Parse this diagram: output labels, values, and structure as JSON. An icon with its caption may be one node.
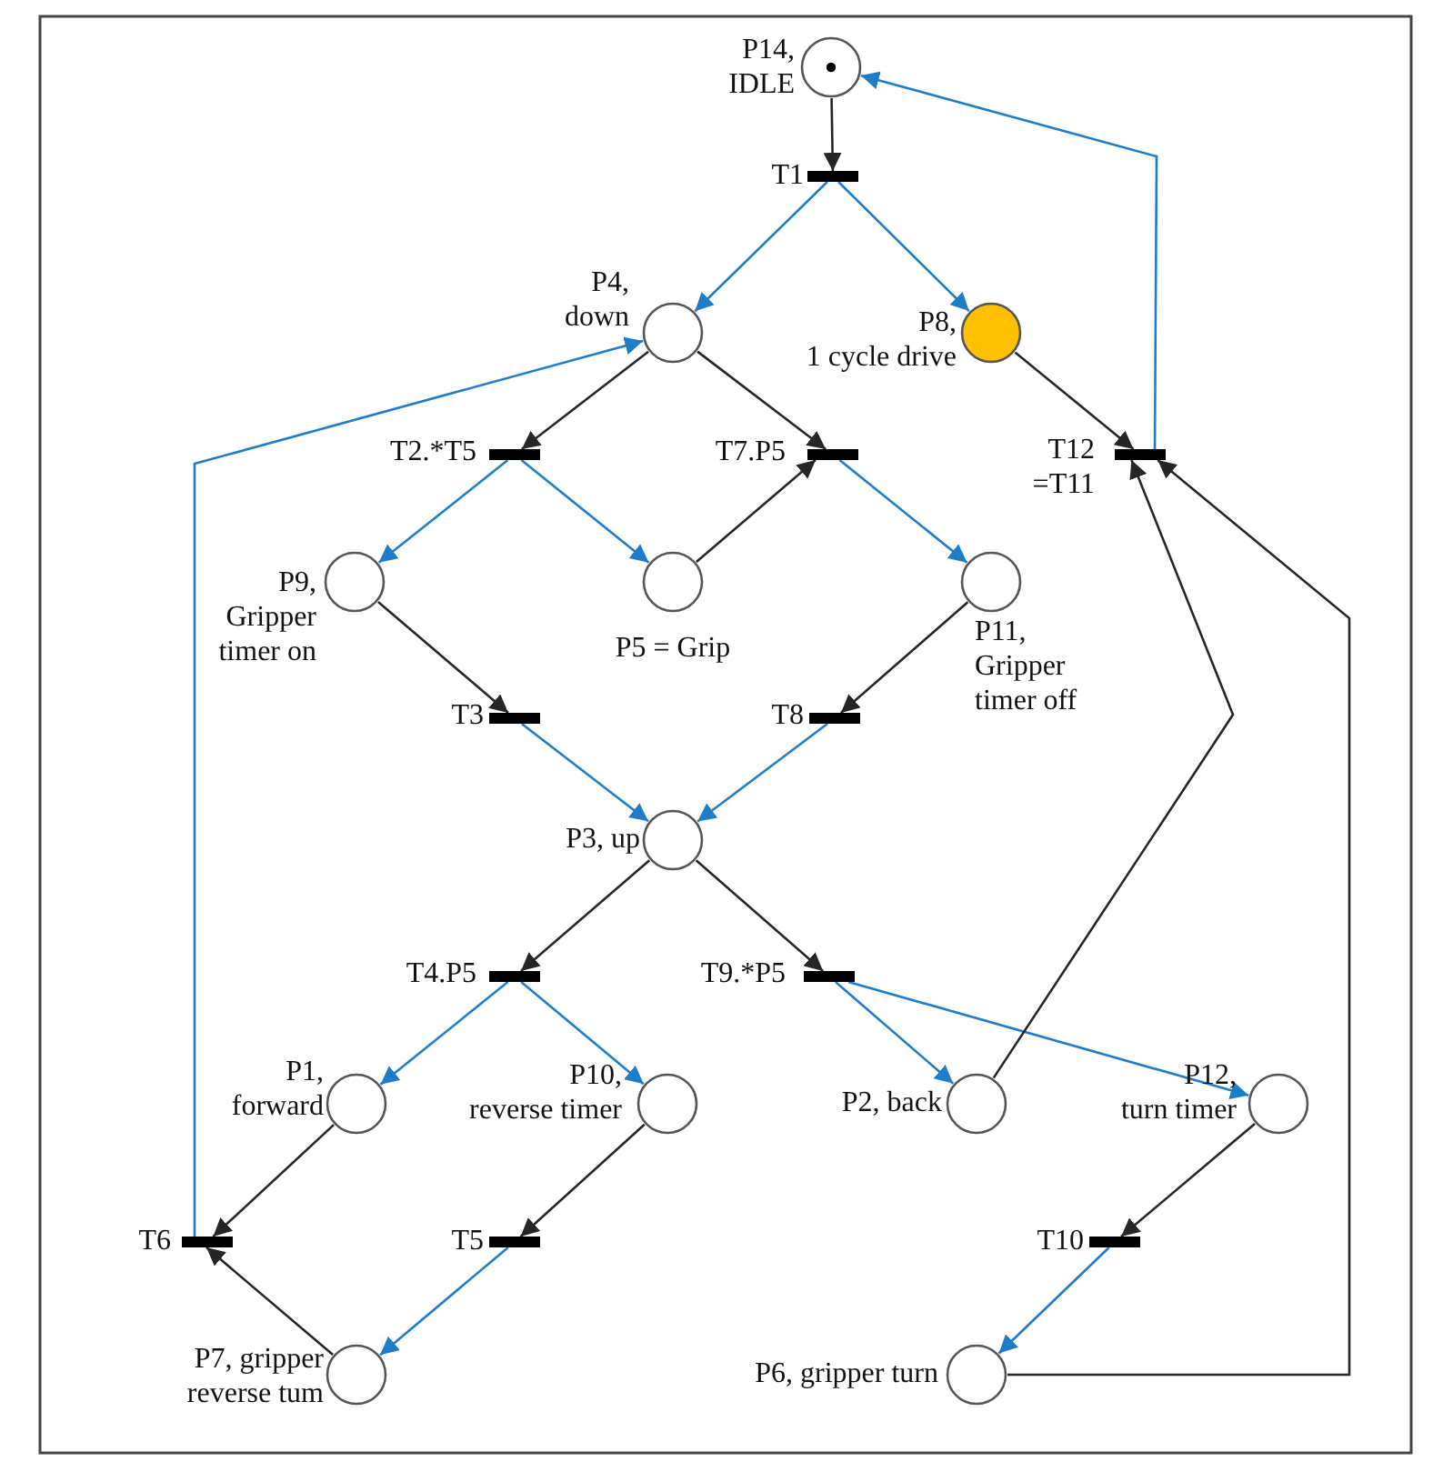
{
  "diagram": {
    "nodes": [
      {
        "text": [],
        "shape": "circle",
        "beside": [
          "P14, IDLE"
        ]
      },
      {
        "text": [],
        "shape": "bar",
        "beside": [
          "T1"
        ]
      },
      {
        "text": [],
        "shape": "circle",
        "beside": [
          "P4, down"
        ]
      },
      {
        "text": [],
        "shape": "circle",
        "beside": [
          "P8, 1 cycle drive"
        ]
      },
      {
        "text": [],
        "shape": "bar",
        "beside": [
          "T2.*T5"
        ]
      },
      {
        "text": [],
        "shape": "bar",
        "beside": [
          "T7.P5"
        ]
      },
      {
        "text": [],
        "shape": "bar",
        "beside": [
          "T12 =T11"
        ]
      },
      {
        "text": [],
        "shape": "circle",
        "beside": [
          "P9, Gripper timer on"
        ]
      },
      {
        "text": [],
        "shape": "circle",
        "beside": [
          "P5 = Grip"
        ]
      },
      {
        "text": [],
        "shape": "circle",
        "beside": [
          "P11, Gripper timer off"
        ]
      },
      {
        "text": [],
        "shape": "bar",
        "beside": [
          "T3"
        ]
      },
      {
        "text": [],
        "shape": "bar",
        "beside": [
          "T8"
        ]
      },
      {
        "text": [],
        "shape": "circle",
        "beside": [
          "P3, up"
        ]
      },
      {
        "text": [],
        "shape": "bar",
        "beside": [
          "T4.P5"
        ]
      },
      {
        "text": [],
        "shape": "bar",
        "beside": [
          "T9.*P5"
        ]
      },
      {
        "text": [],
        "shape": "circle",
        "beside": [
          "P1, forward"
        ]
      },
      {
        "text": [],
        "shape": "circle",
        "beside": [
          "P10, reverse timer"
        ]
      },
      {
        "text": [],
        "shape": "circle",
        "beside": [
          "P2, back"
        ]
      },
      {
        "text": [],
        "shape": "circle",
        "beside": [
          "P12, turn timer"
        ]
      },
      {
        "text": [],
        "shape": "bar",
        "beside": [
          "T6"
        ]
      },
      {
        "text": [],
        "shape": "bar",
        "beside": [
          "T5"
        ]
      },
      {
        "text": [],
        "shape": "bar",
        "beside": [
          "T10"
        ]
      },
      {
        "text": [],
        "shape": "circle",
        "beside": [
          "P7, gripper reverse tum"
        ]
      },
      {
        "text": [],
        "shape": "circle",
        "beside": [
          "P6, gripper turn"
        ]
      }
    ],
    "edges": [
      {
        "from": 0,
        "to": 1,
        "arrow": "to",
        "color": "#262626"
      },
      {
        "from": 1,
        "to": 2,
        "arrow": "to",
        "color": "#1f7cc8"
      },
      {
        "from": 1,
        "to": 3,
        "arrow": "to",
        "color": "#1f7cc8"
      },
      {
        "from": 2,
        "to": 4,
        "arrow": "to",
        "color": "#262626"
      },
      {
        "from": 2,
        "to": 5,
        "arrow": "to",
        "color": "#262626"
      },
      {
        "from": 3,
        "to": 6,
        "arrow": "to",
        "color": "#262626"
      },
      {
        "from": 6,
        "to": 0,
        "arrow": "to",
        "color": "#1f7cc8"
      },
      {
        "from": 4,
        "to": 7,
        "arrow": "to",
        "color": "#1f7cc8"
      },
      {
        "from": 4,
        "to": 8,
        "arrow": "to",
        "color": "#1f7cc8"
      },
      {
        "from": 8,
        "to": 5,
        "arrow": "to",
        "color": "#262626"
      },
      {
        "from": 5,
        "to": 9,
        "arrow": "to",
        "color": "#1f7cc8"
      },
      {
        "from": 7,
        "to": 10,
        "arrow": "to",
        "color": "#262626"
      },
      {
        "from": 9,
        "to": 11,
        "arrow": "to",
        "color": "#262626"
      },
      {
        "from": 10,
        "to": 12,
        "arrow": "to",
        "color": "#1f7cc8"
      },
      {
        "from": 11,
        "to": 12,
        "arrow": "to",
        "color": "#1f7cc8"
      },
      {
        "from": 12,
        "to": 13,
        "arrow": "to",
        "color": "#262626"
      },
      {
        "from": 12,
        "to": 14,
        "arrow": "to",
        "color": "#262626"
      },
      {
        "from": 13,
        "to": 15,
        "arrow": "to",
        "color": "#1f7cc8"
      },
      {
        "from": 13,
        "to": 16,
        "arrow": "to",
        "color": "#1f7cc8"
      },
      {
        "from": 14,
        "to": 17,
        "arrow": "to",
        "color": "#1f7cc8"
      },
      {
        "from": 14,
        "to": 18,
        "arrow": "to",
        "color": "#1f7cc8"
      },
      {
        "from": 17,
        "to": 6,
        "arrow": "to",
        "color": "#262626"
      },
      {
        "from": 15,
        "to": 19,
        "arrow": "to",
        "color": "#262626"
      },
      {
        "from": 16,
        "to": 20,
        "arrow": "to",
        "color": "#262626"
      },
      {
        "from": 18,
        "to": 21,
        "arrow": "to",
        "color": "#262626"
      },
      {
        "from": 19,
        "to": 2,
        "arrow": "to",
        "color": "#1f7cc8"
      },
      {
        "from": 20,
        "to": 22,
        "arrow": "to",
        "color": "#1f7cc8"
      },
      {
        "from": 22,
        "to": 19,
        "arrow": "to",
        "color": "#262626"
      },
      {
        "from": 21,
        "to": 23,
        "arrow": "to",
        "color": "#1f7cc8"
      },
      {
        "from": 23,
        "to": 6,
        "arrow": "to",
        "color": "#262626"
      }
    ]
  }
}
